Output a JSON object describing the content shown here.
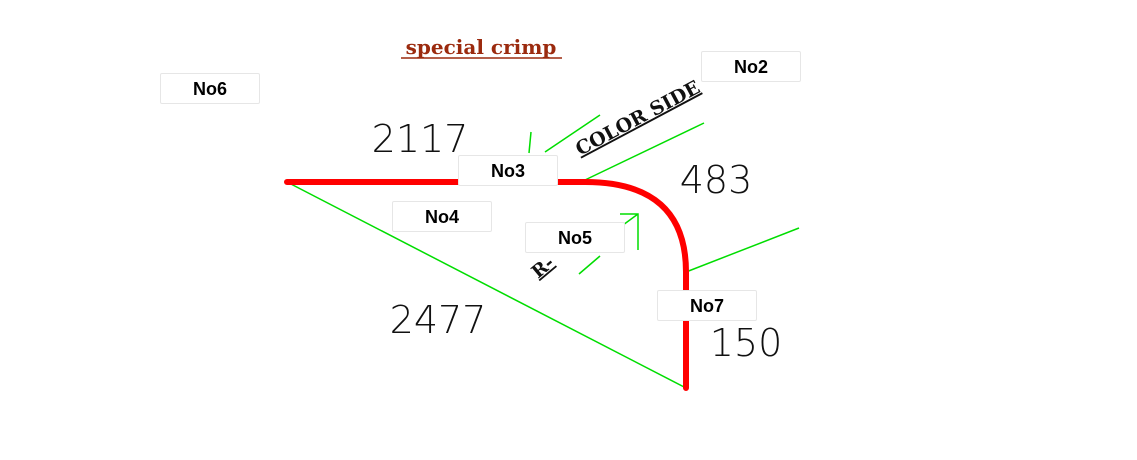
{
  "title": "special crimp",
  "colors": {
    "title": "#9b2a0e",
    "profile": "#ff0000",
    "guide": "#00dd00",
    "tag_border": "#e6e6e6"
  },
  "annotations": {
    "color_side": "COLOR SIDE",
    "radius": "R-"
  },
  "dimensions": {
    "top_flange": "2117",
    "bend_segment": "483",
    "vertical_leg": "150",
    "diagonal": "2477"
  },
  "tags": {
    "no2": "No2",
    "no3": "No3",
    "no4": "No4",
    "no5": "No5",
    "no6": "No6",
    "no7": "No7"
  }
}
